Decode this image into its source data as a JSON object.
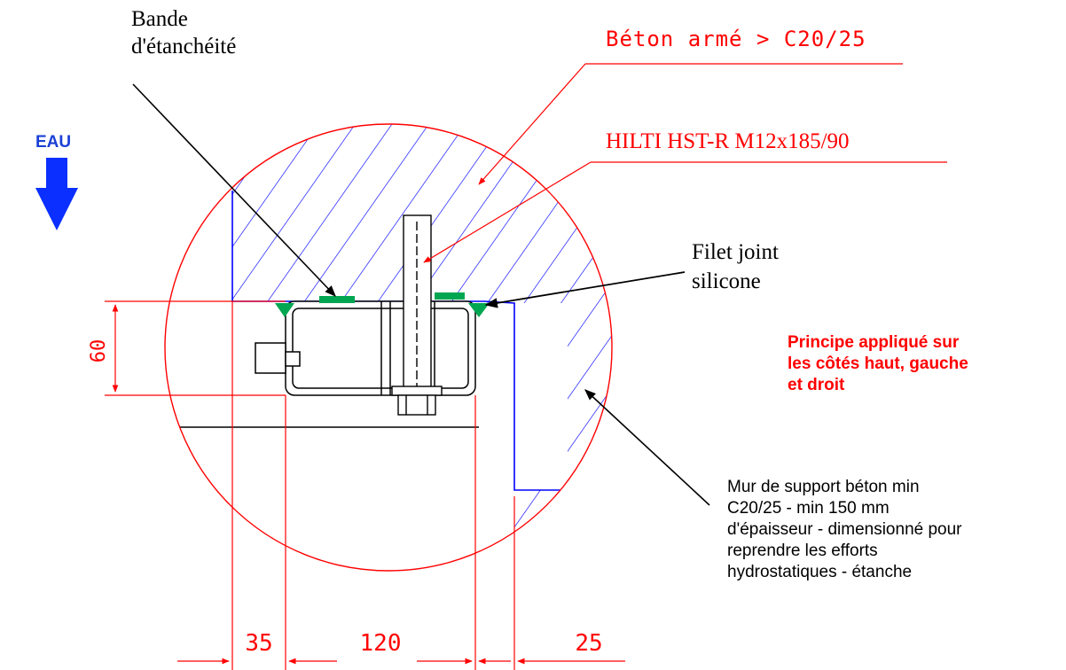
{
  "labels": {
    "bande": [
      "Bande",
      "d'étanchéité"
    ],
    "beton": "Béton armé > C20/25",
    "hilti": "HILTI HST-R M12x185/90",
    "filet": [
      "Filet joint",
      "silicone"
    ],
    "eau": "EAU",
    "principe": [
      "Principe appliqué sur",
      "les côtés haut, gauche",
      "et droit"
    ],
    "mur": [
      "Mur de support béton min",
      "C20/25 - min 150 mm",
      "d'épaisseur - dimensionné pour",
      "reprendre les efforts",
      "hydrostatiques - étanche"
    ]
  },
  "dimensions": {
    "d60": "60",
    "d35": "35",
    "d120": "120",
    "d25": "25"
  },
  "colors": {
    "dimension_red": "#ff0000",
    "hatch_blue": "#0000ff",
    "seal_green": "#00a651",
    "arrow_blue": "#0a2fff"
  },
  "icons": {
    "water_arrow": "arrow-down-icon"
  }
}
